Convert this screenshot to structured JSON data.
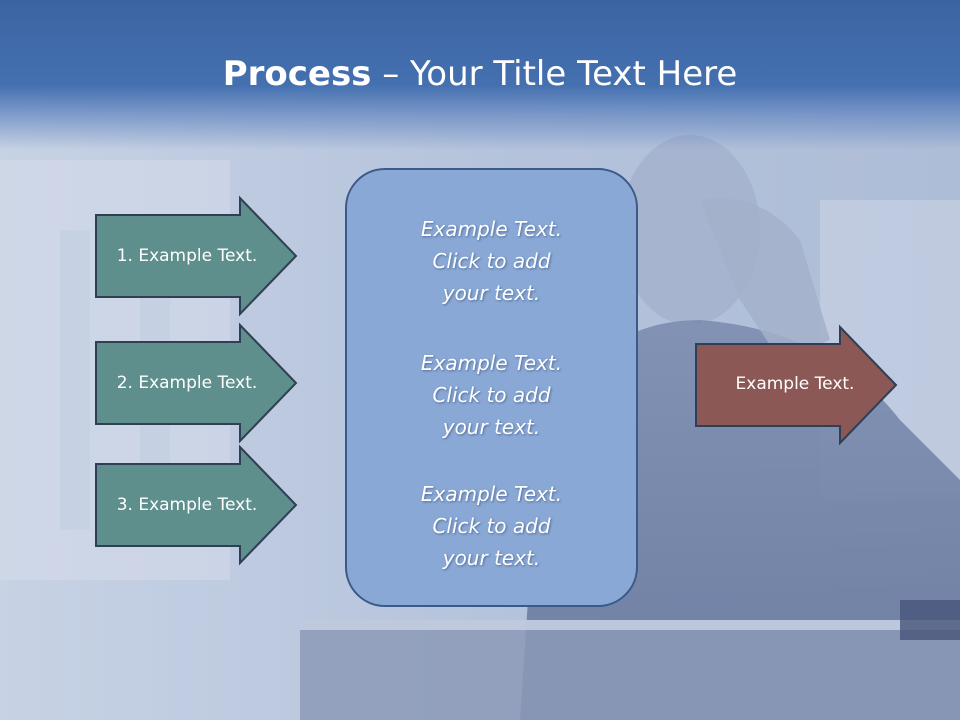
{
  "slide": {
    "title_bold": "Process",
    "title_rest": " – Your Title Text Here"
  },
  "left_arrows": [
    {
      "label": "1. Example Text."
    },
    {
      "label": "2. Example Text."
    },
    {
      "label": "3. Example Text."
    }
  ],
  "center_box": {
    "items": [
      {
        "line1": "Example Text.",
        "line2": "Click  to add",
        "line3": "your text."
      },
      {
        "line1": "Example Text.",
        "line2": "Click  to add",
        "line3": "your text."
      },
      {
        "line1": "Example Text.",
        "line2": "Click  to add",
        "line3": "your text."
      }
    ]
  },
  "right_arrow": {
    "label": "Example Text."
  },
  "colors": {
    "header": "#4470b0",
    "left_arrow_fill": "#5f8f8d",
    "center_box_fill": "#89a8d6",
    "right_arrow_fill": "#8b5856",
    "outline": "#2f3f55"
  }
}
